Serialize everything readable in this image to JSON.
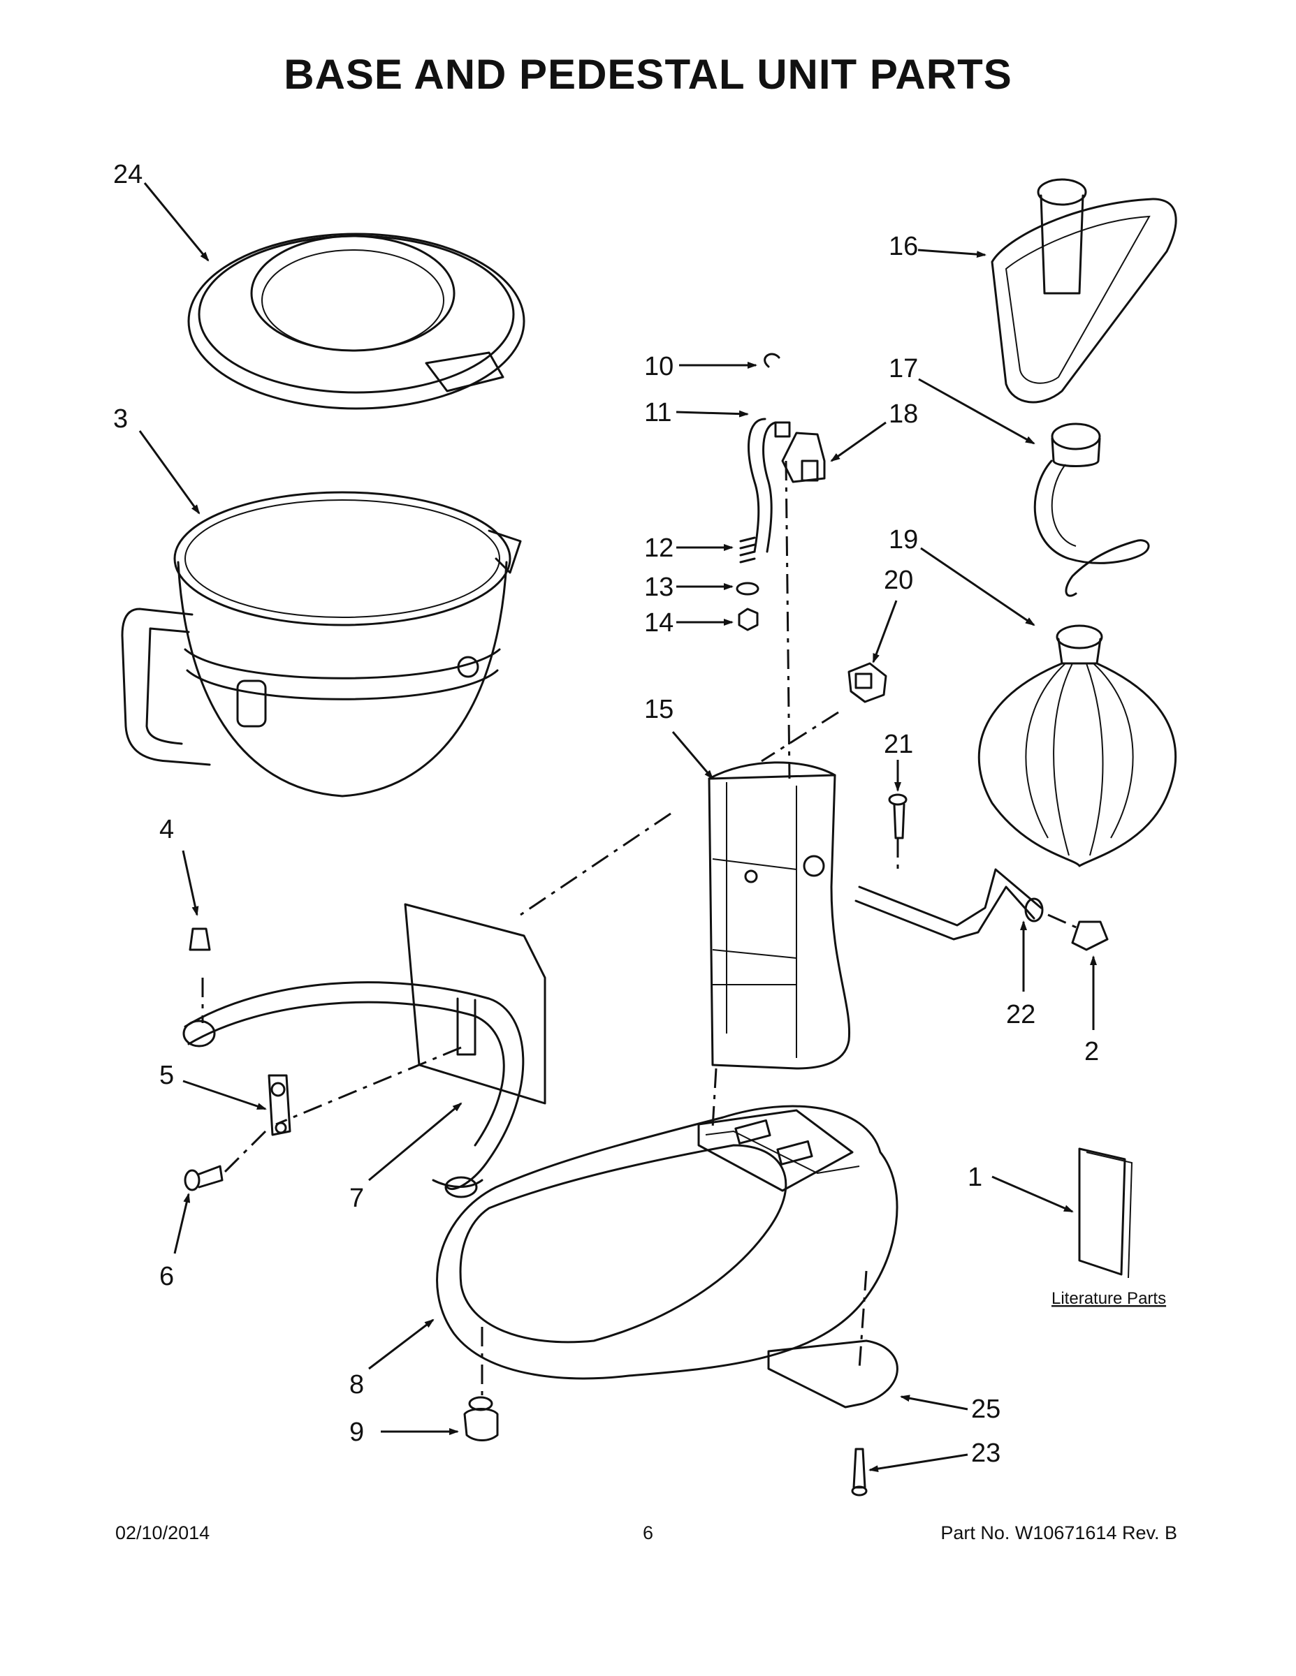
{
  "title": "BASE AND PEDESTAL UNIT PARTS",
  "callouts": {
    "c1": "1",
    "c2": "2",
    "c3": "3",
    "c4": "4",
    "c5": "5",
    "c6": "6",
    "c7": "7",
    "c8": "8",
    "c9": "9",
    "c10": "10",
    "c11": "11",
    "c12": "12",
    "c13": "13",
    "c14": "14",
    "c15": "15",
    "c16": "16",
    "c17": "17",
    "c18": "18",
    "c19": "19",
    "c20": "20",
    "c21": "21",
    "c22": "22",
    "c23": "23",
    "c24": "24",
    "c25": "25"
  },
  "literature_label": "Literature Parts",
  "footer": {
    "date": "02/10/2014",
    "page": "6",
    "part": "Part No.  W10671614  Rev.  B"
  }
}
